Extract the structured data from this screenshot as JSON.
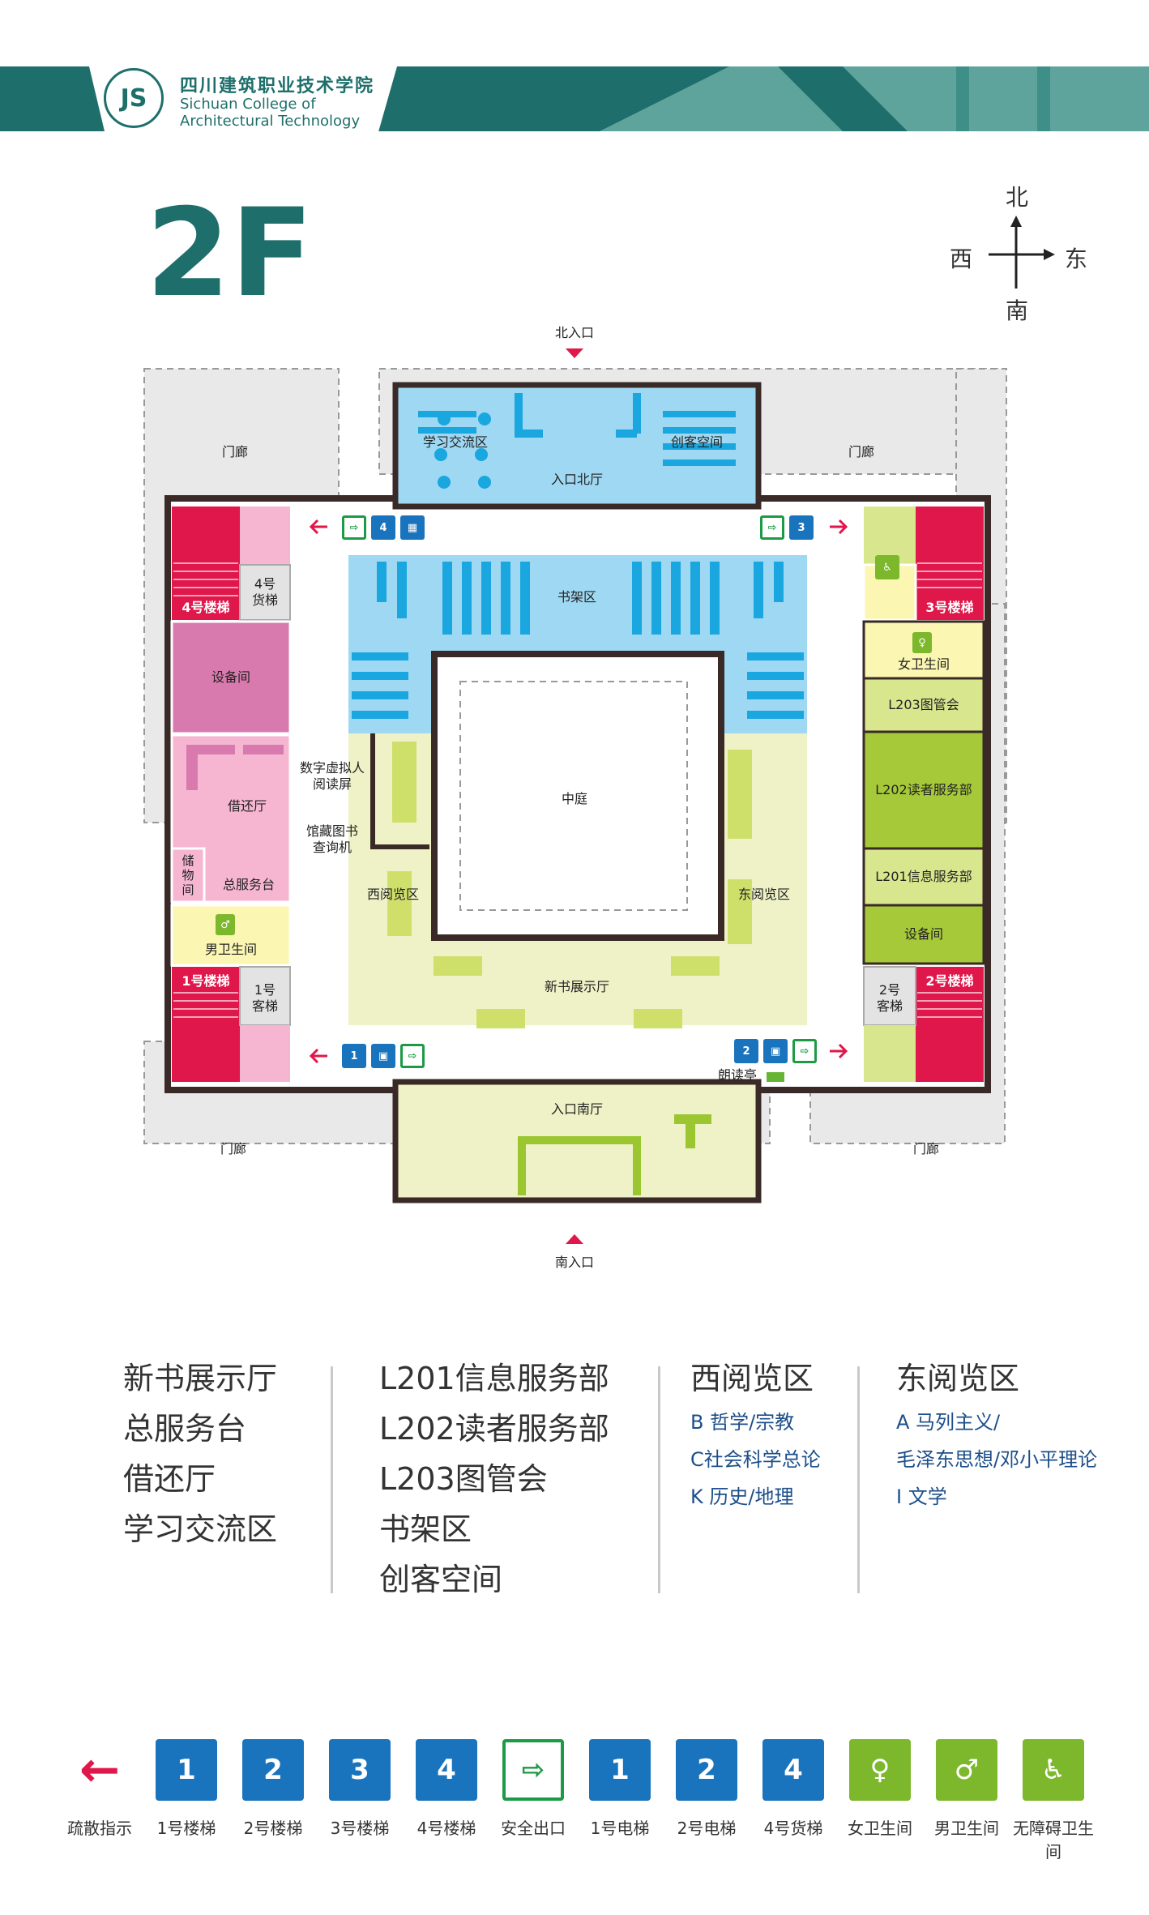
{
  "header": {
    "school_cn": "四川建筑职业技术学院",
    "school_en_line1": "Sichuan College of",
    "school_en_line2": "Architectural Technology"
  },
  "floor_label": "2F",
  "compass": {
    "north": "北",
    "south": "南",
    "west": "西",
    "east": "东"
  },
  "entrances": {
    "north": "北入口",
    "south": "南入口"
  },
  "rooms": {
    "portico": "门廊",
    "study_area": "学习交流区",
    "maker_space": "创客空间",
    "north_hall": "入口北厅",
    "shelf_area": "书架区",
    "courtyard": "中庭",
    "new_book_hall": "新书展示厅",
    "west_reading": "西阅览区",
    "east_reading": "东阅览区",
    "south_hall": "入口南厅",
    "reading_pavilion": "朗读亭",
    "digital_screen": "数字虚拟人\n阅读屏",
    "catalog_kiosk": "馆藏图书\n查询机",
    "equipment_room": "设备间",
    "lending_hall": "借还厅",
    "storage": "储\n物\n间",
    "service_desk": "总服务台",
    "mens_wc": "男卫生间",
    "womens_wc": "女卫生间",
    "stair4": "4号楼梯",
    "stair3": "3号楼梯",
    "stair1": "1号楼梯",
    "stair2": "2号楼梯",
    "freight4": "4号\n货梯",
    "elevator1": "1号\n客梯",
    "elevator2": "2号\n客梯",
    "l203": "L203图管会",
    "l202": "L202读者服务部",
    "l201": "L201信息服务部",
    "equipment_room_east": "设备间"
  },
  "legend": {
    "col1": [
      "新书展示厅",
      "总服务台",
      "借还厅",
      "学习交流区"
    ],
    "col2": [
      "L201信息服务部",
      "L202读者服务部",
      "L203图管会",
      "书架区",
      "创客空间"
    ],
    "col3_title": "西阅览区",
    "col3": [
      "B 哲学/宗教",
      "C社会科学总论",
      "K 历史/地理"
    ],
    "col4_title": "东阅览区",
    "col4": [
      "A 马列主义/",
      "毛泽东思想/邓小平理论",
      "I 文学"
    ]
  },
  "icons": [
    {
      "name": "evacuation-arrow-icon",
      "label": "疏散指示",
      "glyph": "←",
      "style": "arrow"
    },
    {
      "name": "stair-1-icon",
      "label": "1号楼梯",
      "glyph": "1",
      "style": "blue"
    },
    {
      "name": "stair-2-icon",
      "label": "2号楼梯",
      "glyph": "2",
      "style": "blue"
    },
    {
      "name": "stair-3-icon",
      "label": "3号楼梯",
      "glyph": "3",
      "style": "blue"
    },
    {
      "name": "stair-4-icon",
      "label": "4号楼梯",
      "glyph": "4",
      "style": "blue"
    },
    {
      "name": "emergency-exit-icon",
      "label": "安全出口",
      "glyph": "⇨",
      "style": "green"
    },
    {
      "name": "elevator-1-icon",
      "label": "1号电梯",
      "glyph": "1",
      "style": "blue"
    },
    {
      "name": "elevator-2-icon",
      "label": "2号电梯",
      "glyph": "2",
      "style": "blue"
    },
    {
      "name": "freight-elevator-4-icon",
      "label": "4号货梯",
      "glyph": "4",
      "style": "blue"
    },
    {
      "name": "womens-restroom-icon",
      "label": "女卫生间",
      "glyph": "♀",
      "style": "lime"
    },
    {
      "name": "mens-restroom-icon",
      "label": "男卫生间",
      "glyph": "♂",
      "style": "lime"
    },
    {
      "name": "accessible-restroom-icon",
      "label": "无障碍卫生间",
      "glyph": "♿",
      "style": "lime"
    }
  ],
  "colors": {
    "brand": "#1e6f6b",
    "shelf_blue": "#9fd8f2",
    "reading_green": "#eef2c6",
    "office_green": "#a6c93a",
    "stair_red": "#e0174a",
    "pink": "#f6b6d2",
    "service_pink": "#e08fba",
    "yellow_wc": "#fbf6b2",
    "portico_gray": "#e9e9e9"
  }
}
